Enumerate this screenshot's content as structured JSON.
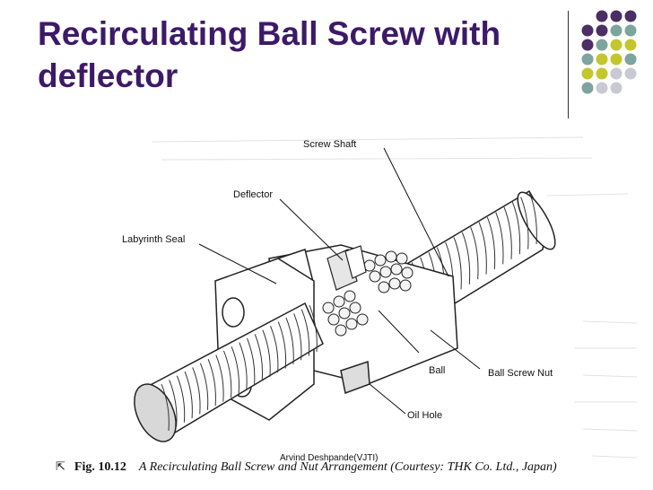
{
  "slide": {
    "title": "Recirculating Ball Screw with deflector"
  },
  "decoration": {
    "dot_colors": [
      "#4b2e63",
      "#c4c62d",
      "#7ea4a0",
      "#c9c9d3"
    ]
  },
  "figure": {
    "labels": {
      "screw_shaft": "Screw Shaft",
      "deflector": "Deflector",
      "labyrinth_seal": "Labyrinth Seal",
      "ball": "Ball",
      "ball_screw_nut": "Ball Screw Nut",
      "oil_hole": "Oil Hole"
    },
    "credit": "Arvind Deshpande(VJTI)",
    "caption": {
      "fig_number": "Fig. 10.12",
      "text": "A Recirculating Ball Screw and Nut Arrangement (Courtesy: THK Co. Ltd., Japan)"
    }
  }
}
